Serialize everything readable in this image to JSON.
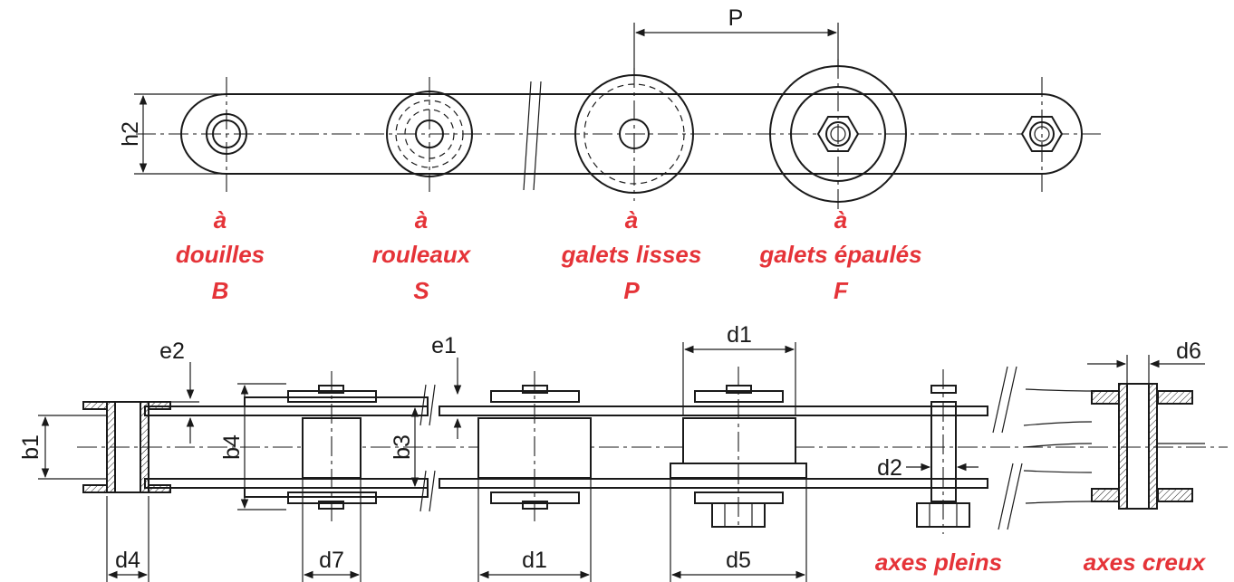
{
  "top_view": {
    "pitch_label": "P",
    "height_label": "h2"
  },
  "types": [
    {
      "prefix": "à",
      "name": "douilles",
      "code": "B"
    },
    {
      "prefix": "à",
      "name": "rouleaux",
      "code": "S"
    },
    {
      "prefix": "à",
      "name": "galets lisses",
      "code": "P"
    },
    {
      "prefix": "à",
      "name": "galets épaulés",
      "code": "F"
    }
  ],
  "bottom_view": {
    "labels": {
      "e2": "e2",
      "e1": "e1",
      "b1": "b1",
      "b4": "b4",
      "b3": "b3",
      "d1_top": "d1",
      "d1_bottom": "d1",
      "d2": "d2",
      "d4": "d4",
      "d5": "d5",
      "d6": "d6",
      "d7": "d7"
    },
    "pin_types": {
      "solid": "axes pleins",
      "hollow": "axes creux"
    }
  },
  "colors": {
    "line": "#1a1a1a",
    "accent": "#e53338"
  }
}
